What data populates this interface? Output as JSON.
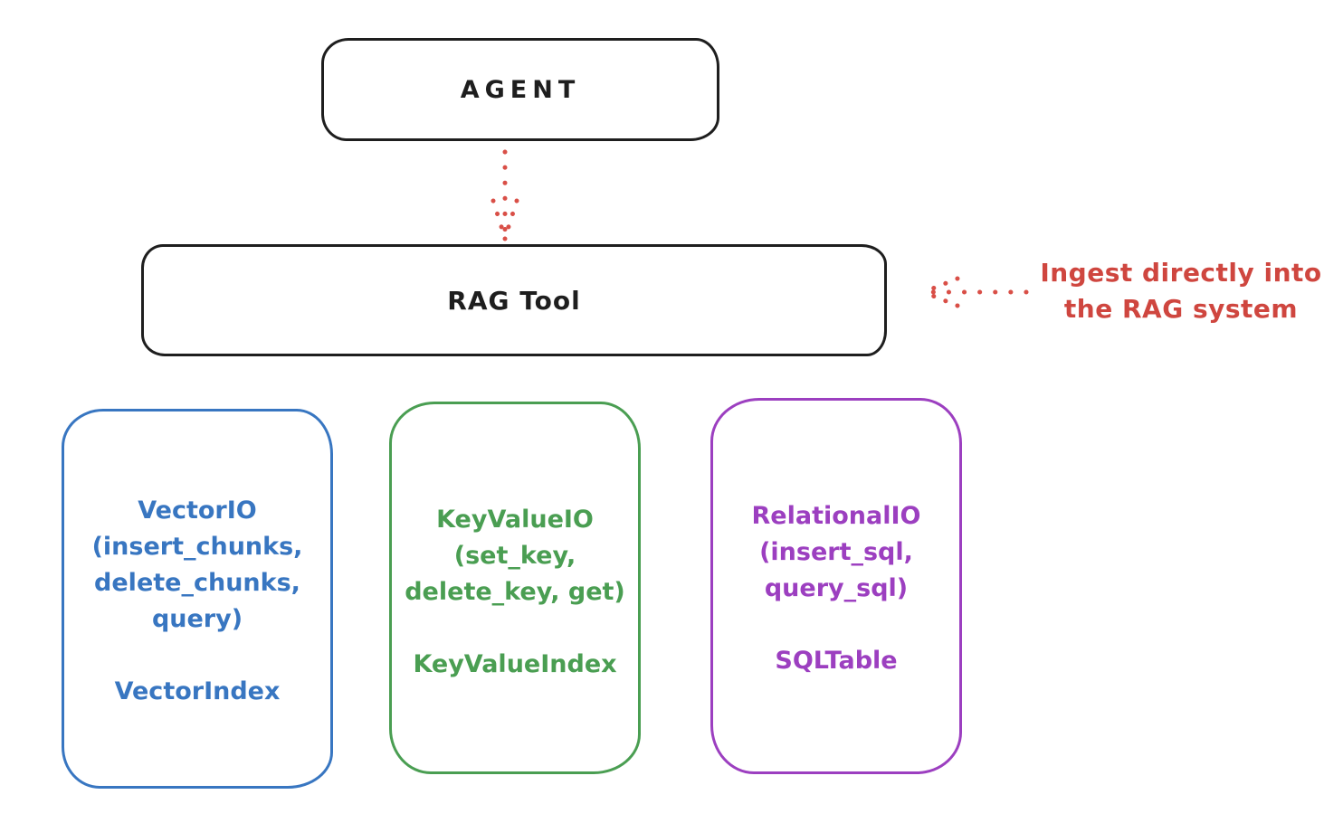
{
  "diagram": {
    "agent": {
      "label": "AGENT"
    },
    "rag_tool": {
      "label": "RAG Tool"
    },
    "annotation": {
      "line1": "Ingest directly into",
      "line2": "the RAG system"
    },
    "io_boxes": [
      {
        "id": "vector-io",
        "title_lines": [
          "VectorIO",
          "(insert_chunks,",
          "delete_chunks,",
          "query)"
        ],
        "index_label": "VectorIndex",
        "color": "#3876c1"
      },
      {
        "id": "keyvalue-io",
        "title_lines": [
          "KeyValueIO",
          "(set_key,",
          "delete_key, get)"
        ],
        "index_label": "KeyValueIndex",
        "color": "#4a9e52"
      },
      {
        "id": "relational-io",
        "title_lines": [
          "RelationalIO",
          "(insert_sql,",
          "query_sql)"
        ],
        "index_label": "SQLTable",
        "color": "#9c3fc0"
      }
    ],
    "colors": {
      "ink": "#1e1e1e",
      "red": "#cf463f",
      "arrow_red": "#d94f47",
      "blue": "#3876c1",
      "green": "#4a9e52",
      "purple": "#9c3fc0"
    }
  }
}
